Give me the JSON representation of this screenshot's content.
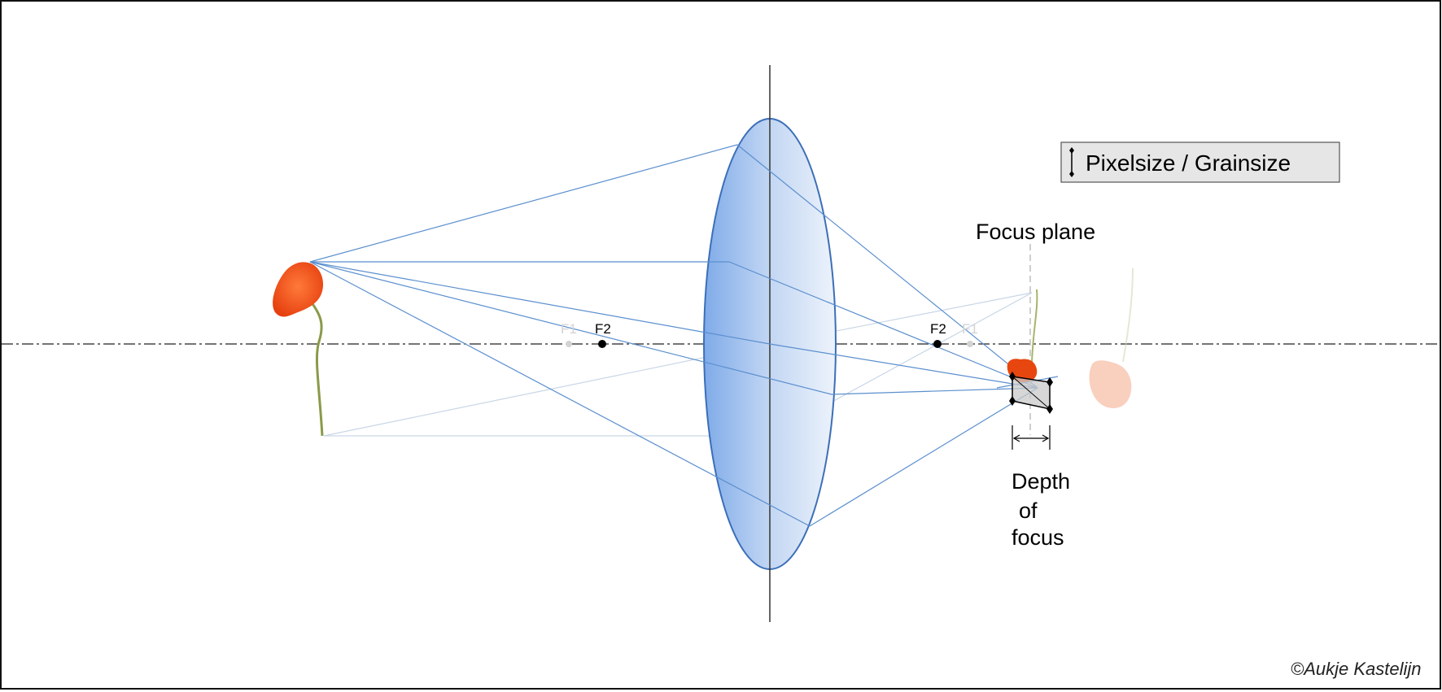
{
  "legend": {
    "label": "Pixelsize / Grainsize",
    "icon": "double-ended-dot-line-icon",
    "background": "#e6e6e6"
  },
  "labels": {
    "focus_plane": "Focus plane",
    "depth_line1": "Depth",
    "depth_line2": "of",
    "depth_line3": "focus",
    "f1_left": "F1",
    "f2_left": "F2",
    "f2_right": "F2",
    "f1_right": "F1"
  },
  "credit": "©Aukje Kastelijn",
  "colors": {
    "ray": "#5b8fce",
    "ray_faint": "#c9d6e6",
    "lens_light": "#e8f0fb",
    "lens_dark": "#7faae8",
    "lens_stroke": "#3c6fb8",
    "poppy": "#f0541e",
    "stem": "#8a9a4a"
  }
}
